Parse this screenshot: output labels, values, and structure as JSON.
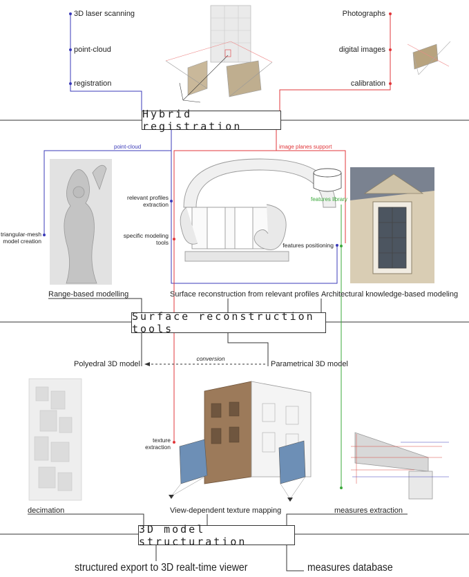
{
  "stages": {
    "hybrid": "Hybrid registration",
    "surface": "Surface reconstruction tools",
    "structuration": "3D model structuration"
  },
  "inputs": {
    "left": [
      "3D laser scanning",
      "point-cloud",
      "registration"
    ],
    "right": [
      "Photographs",
      "digital images",
      "calibration"
    ]
  },
  "supports": {
    "point_cloud": "point-cloud",
    "image_planes": "image planes support",
    "features_library": "features library"
  },
  "side_labels": {
    "triangular_mesh": "triangular-mesh\nmodel creation",
    "relevant_profiles": "relevant profiles\nextraction",
    "specific_tools": "specific modeling\ntools",
    "features_positioning": "features positioning",
    "texture_extraction": "texture\nextraction"
  },
  "methods": {
    "range": "Range-based modelling",
    "surface_profiles": "Surface reconstruction from relevant profiles",
    "architectural": "Architectural knowledge-based modeling"
  },
  "models": {
    "polyedral": "Polyedral 3D model",
    "conversion": "conversion",
    "parametrical": "Parametrical 3D model"
  },
  "operations": {
    "decimation": "decimation",
    "texture_mapping": "View-dependent texture mapping",
    "measures_extraction": "measures extraction"
  },
  "outputs": {
    "viewer": "structured export to 3D realt-time viewer",
    "database": "measures database"
  },
  "colors": {
    "blue": "#3a3ab8",
    "red": "#e0363a",
    "green": "#3aa83a",
    "line": "#333333"
  }
}
